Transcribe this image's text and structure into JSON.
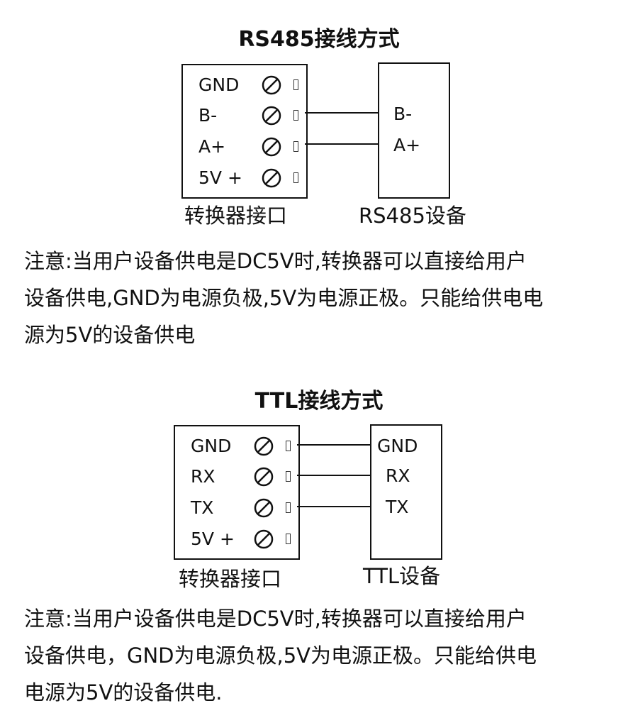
{
  "rs485": {
    "title": "RS485接线方式",
    "converter_pins": [
      "GND",
      "B-",
      "A+",
      "5V +"
    ],
    "device_pins": [
      "B-",
      "A+"
    ],
    "converter_caption": "转换器接口",
    "device_caption": "RS485设备",
    "note_lines": [
      "注意:当用户设备供电是DC5V时,转换器可以直接给用户",
      "设备供电,GND为电源负极,5V为电源正极。只能给供电电",
      "源为5V的设备供电"
    ]
  },
  "ttl": {
    "title": "TTL接线方式",
    "converter_pins": [
      "GND",
      "RX",
      "TX",
      "5V +"
    ],
    "device_pins": [
      "GND",
      "RX",
      "TX"
    ],
    "converter_caption": "转换器接口",
    "device_caption": "TTL设备",
    "note_lines": [
      "注意:当用户设备供电是DC5V时,转换器可以直接给用户",
      "设备供电，GND为电源负极,5V为电源正极。只能给供电",
      "电源为5V的设备供电."
    ]
  }
}
